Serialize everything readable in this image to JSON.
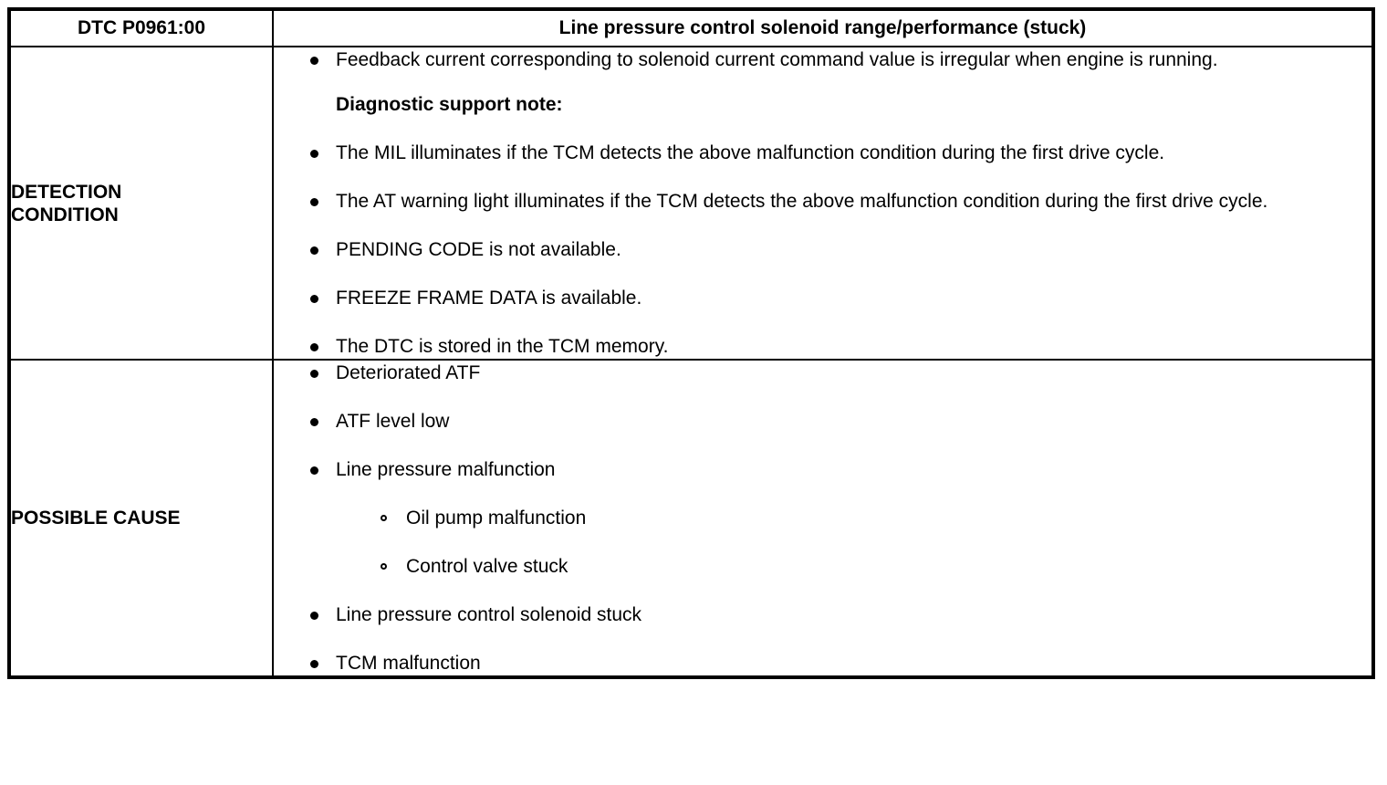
{
  "document": {
    "type": "dtc-diagnostic-table"
  },
  "header": {
    "code_label": "DTC P0961:00",
    "title": "Line pressure control solenoid range/performance (stuck)"
  },
  "rows": [
    {
      "label": "DETECTION\nCONDITION",
      "items": [
        {
          "kind": "bullet",
          "text": "Feedback current corresponding to solenoid current command value is irregular when engine is running."
        },
        {
          "kind": "note",
          "text": "Diagnostic support note:"
        },
        {
          "kind": "bullet",
          "text": "The MIL illuminates if the TCM detects the above malfunction condition during the first drive cycle."
        },
        {
          "kind": "bullet",
          "text": "The AT warning light illuminates if the TCM detects the above malfunction condition during the first drive cycle."
        },
        {
          "kind": "bullet",
          "text": "PENDING CODE is not available."
        },
        {
          "kind": "bullet",
          "text": "FREEZE FRAME DATA is available."
        },
        {
          "kind": "bullet",
          "text": "The DTC is stored in the TCM memory."
        }
      ]
    },
    {
      "label": "POSSIBLE CAUSE",
      "items": [
        {
          "kind": "bullet",
          "text": "Deteriorated ATF"
        },
        {
          "kind": "bullet",
          "text": "ATF level low"
        },
        {
          "kind": "bullet",
          "text": "Line pressure malfunction"
        },
        {
          "kind": "sub",
          "text": "Oil pump malfunction"
        },
        {
          "kind": "sub",
          "text": "Control valve stuck"
        },
        {
          "kind": "bullet",
          "text": "Line pressure control solenoid stuck"
        },
        {
          "kind": "bullet",
          "text": "TCM malfunction"
        }
      ]
    }
  ],
  "colors": {
    "border": "#000000",
    "text": "#000000",
    "background": "#ffffff"
  }
}
